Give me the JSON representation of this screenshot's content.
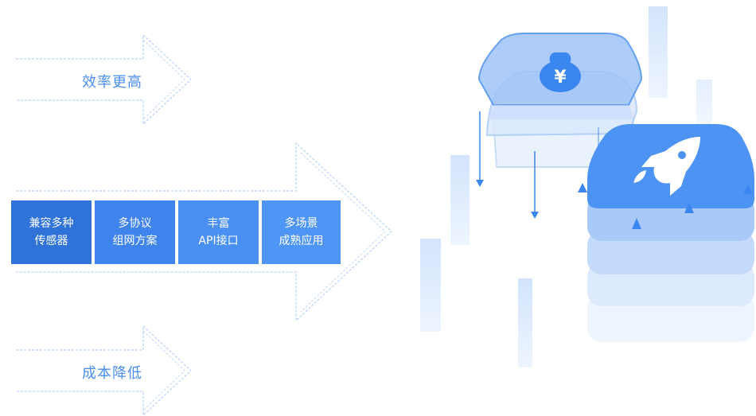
{
  "arrows": {
    "top_label": "效率更高",
    "bottom_label": "成本降低"
  },
  "features": [
    {
      "line1": "兼容多种",
      "line2": "传感器"
    },
    {
      "line1": "多协议",
      "line2": "组网方案"
    },
    {
      "line1": "丰富",
      "line2": "API接口"
    },
    {
      "line1": "多场景",
      "line2": "成熟应用"
    }
  ],
  "icons": {
    "money_bag": "money-bag-yen-icon",
    "rocket": "rocket-icon"
  },
  "colors": {
    "primary": "#3a86f0",
    "feature_dark": "#2c6fd6",
    "feature_light": "#4d94f5",
    "dashed": "#6aa6f4",
    "pale": "#d6e6fc"
  }
}
